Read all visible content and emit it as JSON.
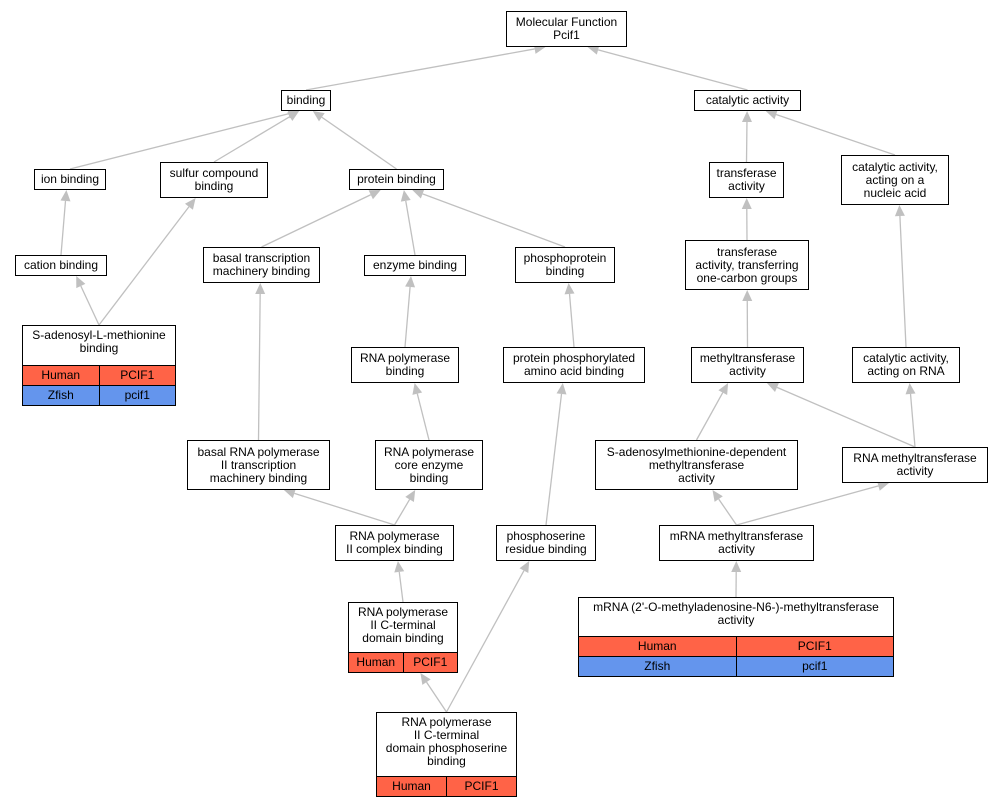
{
  "colors": {
    "edge": "#c0c0c0",
    "human": "#ff6347",
    "zfish": "#6495ed"
  },
  "nodes": {
    "mf": {
      "lines": [
        "Molecular Function",
        "Pcif1"
      ]
    },
    "binding": {
      "lines": [
        "binding"
      ]
    },
    "catalytic": {
      "lines": [
        "catalytic activity"
      ]
    },
    "ion": {
      "lines": [
        "ion binding"
      ]
    },
    "sulfur": {
      "lines": [
        "sulfur compound",
        "binding"
      ]
    },
    "protein": {
      "lines": [
        "protein binding"
      ]
    },
    "transferase": {
      "lines": [
        "transferase",
        "activity"
      ]
    },
    "cat_na": {
      "lines": [
        "catalytic activity,",
        "acting on a",
        "nucleic acid"
      ]
    },
    "cation": {
      "lines": [
        "cation binding"
      ]
    },
    "basal_tx": {
      "lines": [
        "basal transcription",
        "machinery binding"
      ]
    },
    "enzyme": {
      "lines": [
        "enzyme binding"
      ]
    },
    "phosphoprotein": {
      "lines": [
        "phosphoprotein",
        "binding"
      ]
    },
    "trans_one_c": {
      "lines": [
        "transferase",
        "activity, transferring",
        "one-carbon groups"
      ]
    },
    "sam": {
      "lines": [
        "S-adenosyl-L-methionine",
        "binding"
      ],
      "orthologs": [
        {
          "species": "Human",
          "gene": "PCIF1"
        },
        {
          "species": "Zfish",
          "gene": "pcif1"
        }
      ]
    },
    "rnap_bind": {
      "lines": [
        "RNA polymerase",
        "binding"
      ]
    },
    "ppaa": {
      "lines": [
        "protein phosphorylated",
        "amino acid binding"
      ]
    },
    "methyltrans": {
      "lines": [
        "methyltransferase",
        "activity"
      ]
    },
    "cat_rna": {
      "lines": [
        "catalytic activity,",
        "acting on RNA"
      ]
    },
    "basal_rnap2": {
      "lines": [
        "basal RNA polymerase",
        "II transcription",
        "machinery binding"
      ]
    },
    "core": {
      "lines": [
        "RNA polymerase",
        "core enzyme",
        "binding"
      ]
    },
    "samdep": {
      "lines": [
        "S-adenosylmethionine-dependent",
        "methyltransferase",
        "activity"
      ]
    },
    "rna_mt": {
      "lines": [
        "RNA methyltransferase",
        "activity"
      ]
    },
    "rnap2_complex": {
      "lines": [
        "RNA polymerase",
        "II complex binding"
      ]
    },
    "pser": {
      "lines": [
        "phosphoserine",
        "residue binding"
      ]
    },
    "mrna_mt": {
      "lines": [
        "mRNA methyltransferase",
        "activity"
      ]
    },
    "ctd": {
      "lines": [
        "RNA polymerase",
        "II C-terminal",
        "domain binding"
      ],
      "orthologs": [
        {
          "species": "Human",
          "gene": "PCIF1"
        }
      ]
    },
    "m6am": {
      "lines": [
        "mRNA (2'-O-methyladenosine-N6-)-methyltransferase",
        "activity"
      ],
      "orthologs": [
        {
          "species": "Human",
          "gene": "PCIF1"
        },
        {
          "species": "Zfish",
          "gene": "pcif1"
        }
      ]
    },
    "ctd_pser": {
      "lines": [
        "RNA polymerase",
        "II C-terminal",
        "domain phosphoserine",
        "binding"
      ],
      "orthologs": [
        {
          "species": "Human",
          "gene": "PCIF1"
        }
      ]
    }
  },
  "edges": [
    [
      "binding",
      "mf"
    ],
    [
      "catalytic",
      "mf"
    ],
    [
      "ion",
      "binding"
    ],
    [
      "sulfur",
      "binding"
    ],
    [
      "protein",
      "binding"
    ],
    [
      "transferase",
      "catalytic"
    ],
    [
      "cat_na",
      "catalytic"
    ],
    [
      "cation",
      "ion"
    ],
    [
      "sam",
      "cation"
    ],
    [
      "sam",
      "sulfur"
    ],
    [
      "basal_tx",
      "protein"
    ],
    [
      "enzyme",
      "protein"
    ],
    [
      "phosphoprotein",
      "protein"
    ],
    [
      "rnap_bind",
      "enzyme"
    ],
    [
      "ppaa",
      "phosphoprotein"
    ],
    [
      "trans_one_c",
      "transferase"
    ],
    [
      "methyltrans",
      "trans_one_c"
    ],
    [
      "cat_rna",
      "cat_na"
    ],
    [
      "basal_rnap2",
      "basal_tx"
    ],
    [
      "core",
      "rnap_bind"
    ],
    [
      "rnap2_complex",
      "core"
    ],
    [
      "rnap2_complex",
      "basal_rnap2"
    ],
    [
      "ctd",
      "rnap2_complex"
    ],
    [
      "pser",
      "ppaa"
    ],
    [
      "ctd_pser",
      "ctd"
    ],
    [
      "ctd_pser",
      "pser"
    ],
    [
      "samdep",
      "methyltrans"
    ],
    [
      "rna_mt",
      "methyltrans"
    ],
    [
      "rna_mt",
      "cat_rna"
    ],
    [
      "mrna_mt",
      "samdep"
    ],
    [
      "mrna_mt",
      "rna_mt"
    ],
    [
      "m6am",
      "mrna_mt"
    ]
  ]
}
